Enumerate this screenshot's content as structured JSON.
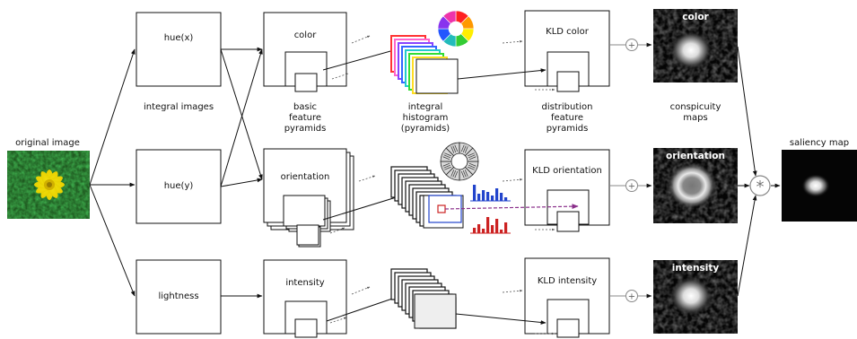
{
  "input": {
    "label": "original image"
  },
  "channels": {
    "hue_x": "hue(x)",
    "hue_y": "hue(y)",
    "lightness": "lightness"
  },
  "features": {
    "color": "color",
    "orientation": "orientation",
    "intensity": "intensity"
  },
  "kld": {
    "color": "KLD color",
    "orientation": "KLD orientation",
    "intensity": "KLD intensity"
  },
  "maps": {
    "color": "color",
    "orientation": "orientation",
    "intensity": "intensity"
  },
  "saliency": {
    "label": "saliency map"
  },
  "stage_labels": {
    "integral_images": "integral images",
    "basic_feature_pyramids": [
      "basic",
      "feature",
      "pyramids"
    ],
    "integral_histogram": [
      "integral",
      "histogram",
      "(pyramids)"
    ],
    "distribution_feature_pyramids": [
      "distribution",
      "feature",
      "pyramids"
    ],
    "conspicuity_maps": [
      "conspicuity",
      "maps"
    ]
  },
  "operators": {
    "sum": "+",
    "combine": "*"
  },
  "colors": {
    "histogram_blue": "#2244cc",
    "histogram_red": "#cc2222",
    "flow_arrow": "#8a2f8a",
    "color_wheel": [
      "#ff2020",
      "#ff9900",
      "#ffee00",
      "#33cc33",
      "#22bbbb",
      "#2255ff",
      "#8833ee",
      "#ee33aa"
    ],
    "color_stack": [
      "#ff3333",
      "#ff66cc",
      "#8844ff",
      "#3366ff",
      "#22cccc",
      "#33dd33",
      "#ffdd22"
    ]
  }
}
